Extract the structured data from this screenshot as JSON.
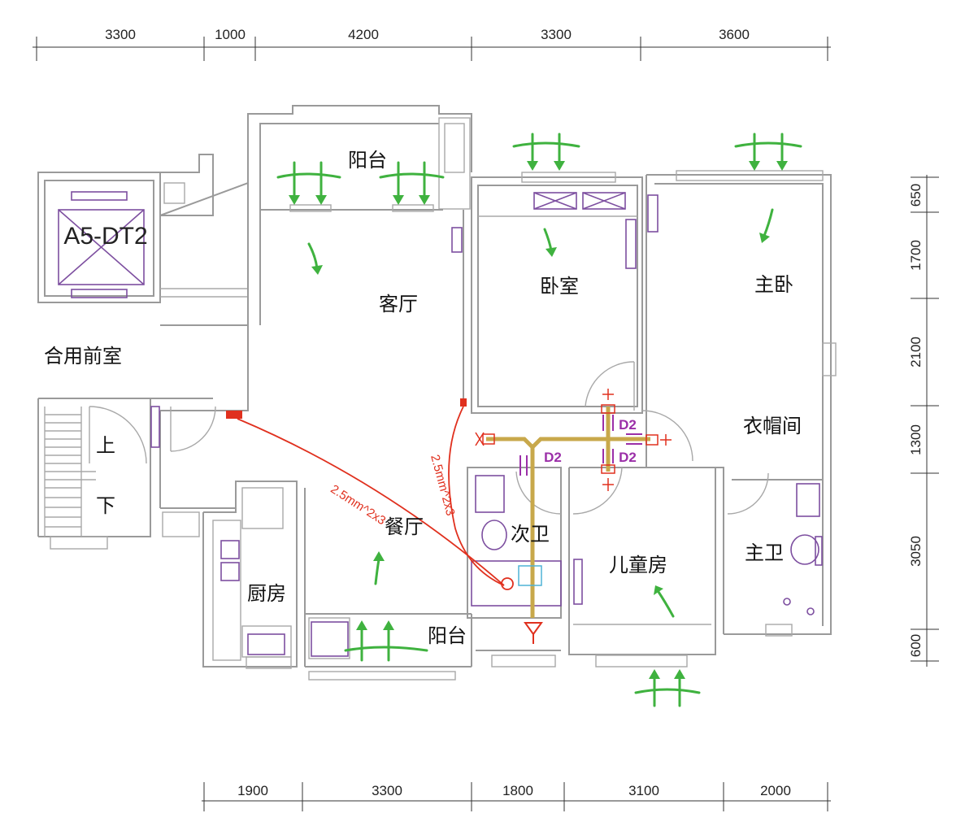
{
  "dimensions": {
    "top": [
      "3300",
      "1000",
      "4200",
      "3300",
      "3600"
    ],
    "bottom": [
      "1900",
      "3300",
      "1800",
      "3100",
      "2000"
    ],
    "right": [
      "650",
      "1700",
      "2100",
      "1300",
      "3050",
      "600"
    ]
  },
  "rooms": {
    "elevator": "A5-DT2",
    "shared_lobby": "合用前室",
    "stair_up": "上",
    "stair_down": "下",
    "balcony_top": "阳台",
    "living_room": "客厅",
    "bedroom": "卧室",
    "master_bedroom": "主卧",
    "cloakroom": "衣帽间",
    "dining_room": "餐厅",
    "kitchen": "厨房",
    "second_bathroom": "次卫",
    "kids_room": "儿童房",
    "master_bathroom": "主卫",
    "balcony_bottom": "阳台"
  },
  "annotations": {
    "pipe_label_1": "2.5mm^2x3",
    "pipe_label_2": "2.5mm^2x3",
    "d2_labels": [
      "D2",
      "D2",
      "D2"
    ]
  },
  "colors": {
    "wall": "#9a9a9a",
    "fixture": "#7d4fa0",
    "airflow": "#3fb23f",
    "wiring": "#e0301e",
    "duct": "#c8a84b",
    "valve": "#9b2fa8"
  }
}
